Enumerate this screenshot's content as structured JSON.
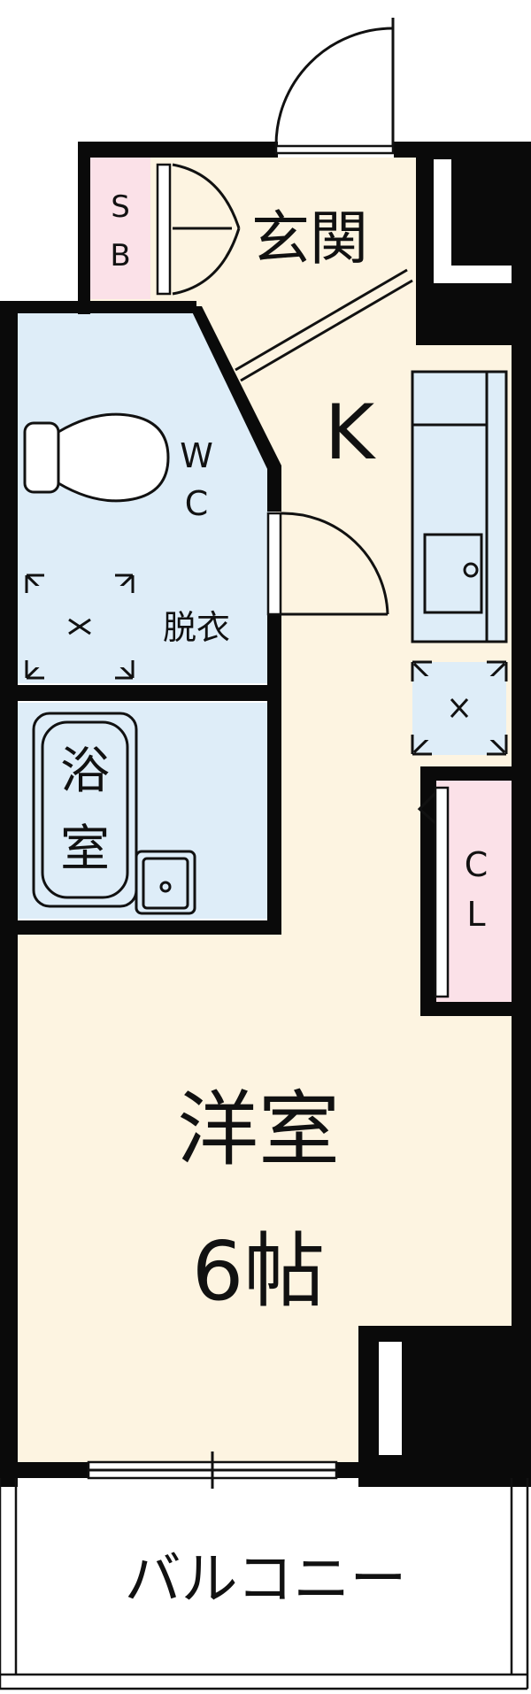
{
  "rooms": {
    "sb": {
      "line1": "S",
      "line2": "B"
    },
    "entrance": "玄関",
    "kitchen": "K",
    "wc": {
      "line1": "W",
      "line2": "C"
    },
    "dressing": "脱衣",
    "bath": {
      "line1": "浴",
      "line2": "室"
    },
    "closet": {
      "line1": "C",
      "line2": "L"
    },
    "western": {
      "line1": "洋室",
      "line2": "6帖"
    },
    "balcony": "バルコニー"
  },
  "colors": {
    "floor": "#fdf4e1",
    "wet_area": "#deedf8",
    "storage": "#fbe1e8",
    "wall": "#0a0a0a",
    "line": "#111111"
  }
}
